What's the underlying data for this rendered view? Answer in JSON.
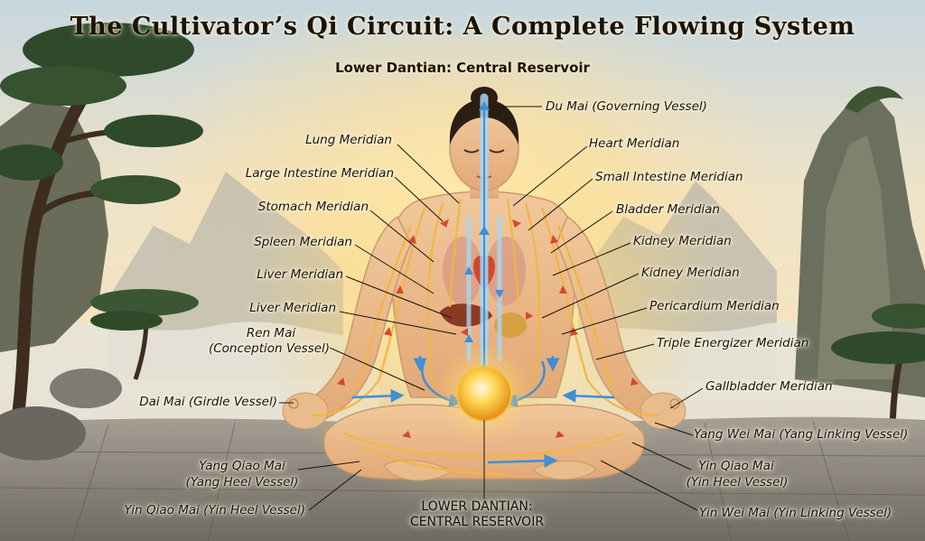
{
  "title": "The Cultivator’s Qi Circuit: A Complete Flowing System",
  "subtitle": "Lower Dantian: Central Reservoir",
  "labels_left": [
    "Lung Meridian",
    "Large Intestine Meridian",
    "Stomach Meridian",
    "Spleen Meridian",
    "Liver Meridian",
    "Liver Meridian",
    "Ren Mai",
    "(Conception Vessel)",
    "Dai Mai (Girdle Vessel)",
    "Yang Qiao Mai",
    "(Yang Heel Vessel)",
    "Yin Qiao Mai (Yin Heel Vessel)"
  ],
  "labels_right": [
    "Du Mai (Governing Vessel)",
    "Heart Meridian",
    "Small Intestine Meridian",
    "Bladder Meridian",
    "Kidney Meridian",
    "Kidney Meridian",
    "Pericardium Meridian",
    "Triple Energizer Meridian",
    "Gallbladder Meridian",
    "Yang Wei Mai (Yang Linking Vessel)",
    "Yin Qiao Mai",
    "(Yin Heel Vessel)",
    "Yin Wei Mai (Yin Linking Vessel)"
  ],
  "bottom_label": {
    "line1": "LOWER DANTIAN:",
    "line2": "CENTRAL RESERVOIR"
  },
  "colors": {
    "sky_top": "#cfdde6",
    "sky_glow": "#fbe6b5",
    "mist": "#e9e6dc",
    "glow": "#ffd66b",
    "meridian": "#f2b640",
    "flow_blue": "#3f8fd6",
    "flow_red": "#d6482d"
  }
}
